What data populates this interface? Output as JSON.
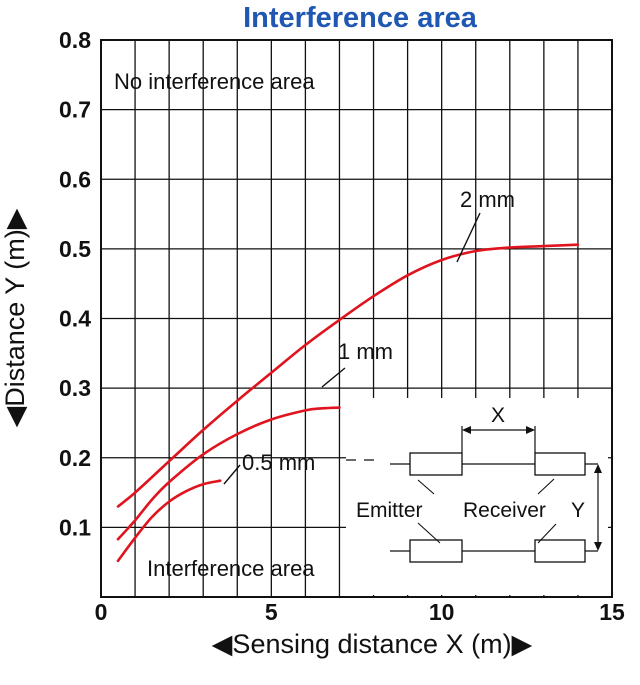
{
  "chart_data": {
    "type": "line",
    "title": "Interference area",
    "xlabel": "◀Sensing distance X (m)▶",
    "ylabel": "◀Distance Y (m)▶",
    "xlim": [
      0,
      15
    ],
    "ylim": [
      0,
      0.8
    ],
    "xticks": [
      0,
      5,
      10,
      15
    ],
    "xtick_labels": [
      "0",
      "5",
      "10",
      "15"
    ],
    "yticks": [
      0.1,
      0.2,
      0.3,
      0.4,
      0.5,
      0.6,
      0.7,
      0.8
    ],
    "ytick_labels": [
      "0.1",
      "0.2",
      "0.3",
      "0.4",
      "0.5",
      "0.6",
      "0.7",
      "0.8"
    ],
    "grid": true,
    "line_color": "#e0141e",
    "title_color": "#1f57b3",
    "series": [
      {
        "name": "2 mm",
        "x": [
          0.5,
          1,
          2,
          3,
          4,
          5,
          6,
          7,
          8,
          9,
          10,
          11,
          12,
          13,
          14
        ],
        "y": [
          0.13,
          0.15,
          0.195,
          0.24,
          0.282,
          0.322,
          0.362,
          0.398,
          0.432,
          0.462,
          0.484,
          0.497,
          0.502,
          0.504,
          0.506
        ]
      },
      {
        "name": "1 mm",
        "x": [
          0.5,
          1,
          1.5,
          2,
          3,
          4,
          5,
          6,
          6.5,
          7
        ],
        "y": [
          0.083,
          0.11,
          0.14,
          0.165,
          0.205,
          0.234,
          0.255,
          0.268,
          0.271,
          0.272
        ]
      },
      {
        "name": "0.5 mm",
        "x": [
          0.5,
          1,
          1.5,
          2,
          2.5,
          3,
          3.5
        ],
        "y": [
          0.052,
          0.085,
          0.115,
          0.137,
          0.152,
          0.162,
          0.167
        ]
      }
    ],
    "annotations": {
      "no_interference": "No interference area",
      "interference": "Interference area"
    }
  },
  "inset": {
    "x_label": "X",
    "y_label": "Y",
    "emitter": "Emitter",
    "receiver": "Receiver"
  }
}
